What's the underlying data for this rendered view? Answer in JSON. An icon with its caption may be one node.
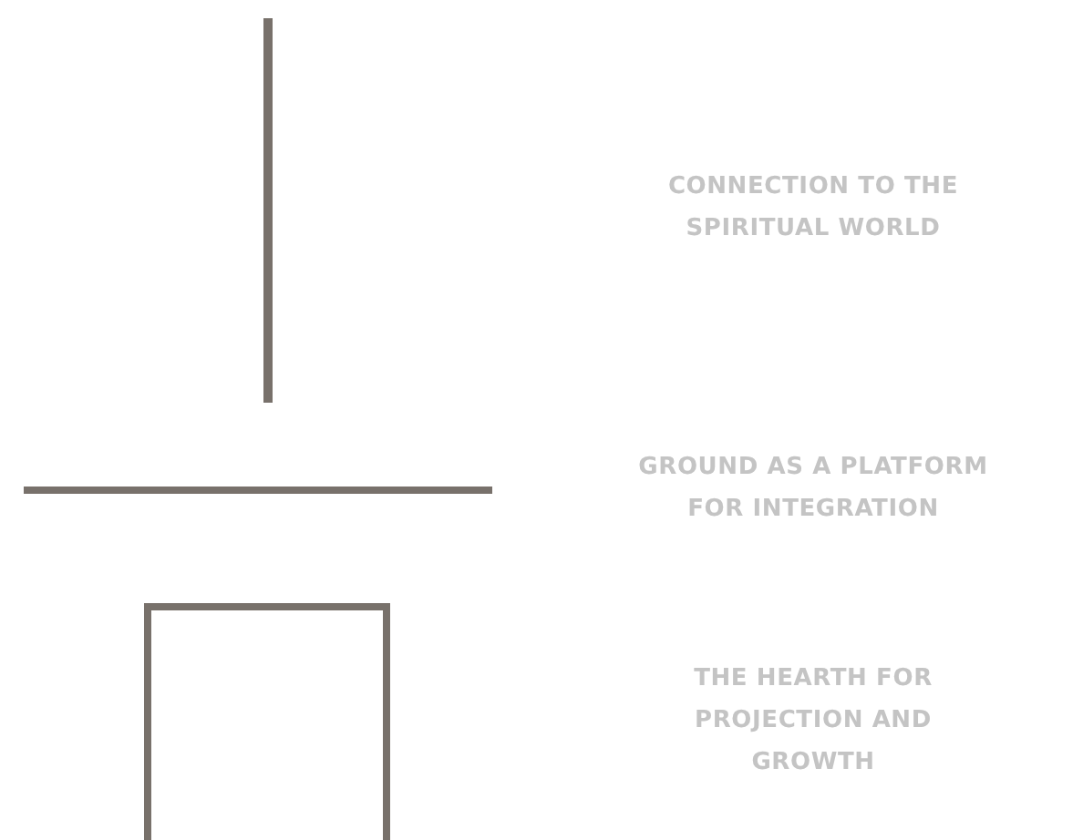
{
  "diagram": {
    "labels": [
      "CONNECTION TO THE SPIRITUAL WORLD",
      "GROUND AS A PLATFORM FOR INTEGRATION",
      "THE HEARTH FOR PROJECTION AND GROWTH"
    ]
  }
}
